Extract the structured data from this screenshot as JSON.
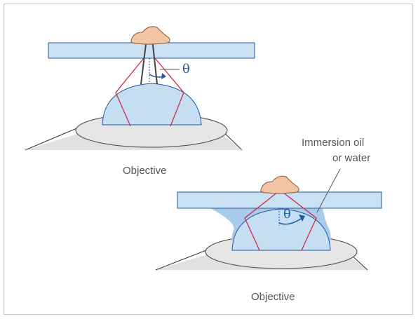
{
  "diagram": {
    "top": {
      "angle_symbol": "θ",
      "objective_label": "Objective"
    },
    "bottom": {
      "angle_symbol": "θ",
      "objective_label": "Objective",
      "immersion_label_line1": "Immersion oil",
      "immersion_label_line2": "or water"
    },
    "colors": {
      "slide_fill": "#c9e1f3",
      "slide_stroke": "#1f5a9e",
      "lens_fill": "#c5def2",
      "immersion_fill": "#a7cbe8",
      "objective_body": "#e7e7e7",
      "ray_color": "#d1294a",
      "specimen_fill": "#f2c4a4",
      "arrow_color": "#1f5a9e"
    }
  }
}
